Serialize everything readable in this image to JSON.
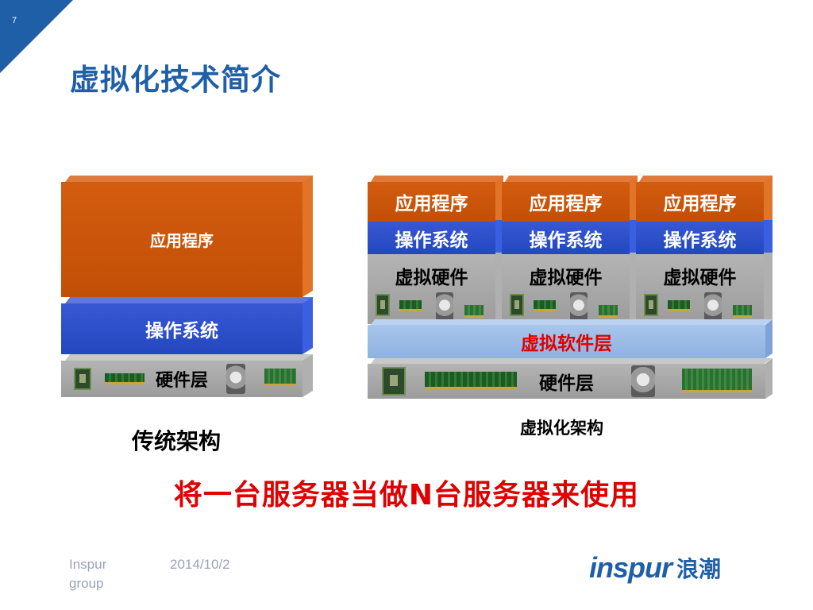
{
  "slide": {
    "page_number": "7",
    "title": "虚拟化技术简介",
    "accent_color": "#1f5fa8"
  },
  "traditional": {
    "app_label": "应用程序",
    "os_label": "操作系统",
    "hw_label": "硬件层",
    "caption": "传统架构"
  },
  "virtual": {
    "vms": [
      {
        "app_label": "应用程序",
        "os_label": "操作系统",
        "vhw_label": "虚拟硬件"
      },
      {
        "app_label": "应用程序",
        "os_label": "操作系统",
        "vhw_label": "虚拟硬件"
      },
      {
        "app_label": "应用程序",
        "os_label": "操作系统",
        "vhw_label": "虚拟硬件"
      }
    ],
    "hypervisor_label": "虚拟软件层",
    "hw_label": "硬件层",
    "caption": "虚拟化架构"
  },
  "slogan": "将一台服务器当做N台服务器来使用",
  "footer": {
    "company": "Inspur group",
    "date": "2014/10/2",
    "logo_latin": "inspur",
    "logo_cn": "浪潮"
  }
}
